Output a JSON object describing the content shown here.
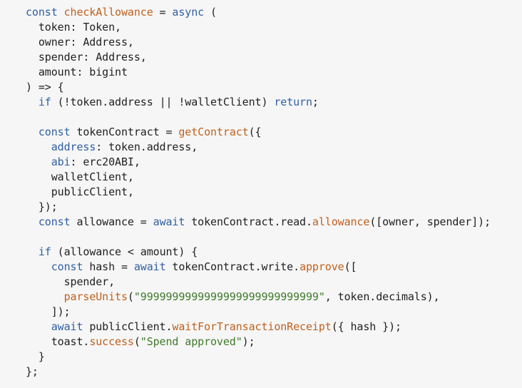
{
  "lines": [
    [
      {
        "t": "const ",
        "c": "kw"
      },
      {
        "t": "checkAllowance",
        "c": "fn"
      },
      {
        "t": " = ",
        "c": "plain"
      },
      {
        "t": "async",
        "c": "kw"
      },
      {
        "t": " (",
        "c": "plain"
      }
    ],
    [
      {
        "t": "  token: Token,",
        "c": "plain"
      }
    ],
    [
      {
        "t": "  owner: Address,",
        "c": "plain"
      }
    ],
    [
      {
        "t": "  spender: Address,",
        "c": "plain"
      }
    ],
    [
      {
        "t": "  amount: bigint",
        "c": "plain"
      }
    ],
    [
      {
        "t": ") => {",
        "c": "plain"
      }
    ],
    [
      {
        "t": "  ",
        "c": "plain"
      },
      {
        "t": "if",
        "c": "kw"
      },
      {
        "t": " (!token.address || !walletClient) ",
        "c": "plain"
      },
      {
        "t": "return",
        "c": "kw"
      },
      {
        "t": ";",
        "c": "plain"
      }
    ],
    [],
    [
      {
        "t": "  ",
        "c": "plain"
      },
      {
        "t": "const",
        "c": "kw"
      },
      {
        "t": " tokenContract = ",
        "c": "plain"
      },
      {
        "t": "getContract",
        "c": "fn"
      },
      {
        "t": "({",
        "c": "plain"
      }
    ],
    [
      {
        "t": "    ",
        "c": "plain"
      },
      {
        "t": "address",
        "c": "kw"
      },
      {
        "t": ": token.address,",
        "c": "plain"
      }
    ],
    [
      {
        "t": "    ",
        "c": "plain"
      },
      {
        "t": "abi",
        "c": "kw"
      },
      {
        "t": ": erc20ABI,",
        "c": "plain"
      }
    ],
    [
      {
        "t": "    walletClient,",
        "c": "plain"
      }
    ],
    [
      {
        "t": "    publicClient,",
        "c": "plain"
      }
    ],
    [
      {
        "t": "  });",
        "c": "plain"
      }
    ],
    [
      {
        "t": "  ",
        "c": "plain"
      },
      {
        "t": "const",
        "c": "kw"
      },
      {
        "t": " allowance = ",
        "c": "plain"
      },
      {
        "t": "await",
        "c": "kw"
      },
      {
        "t": " tokenContract.read.",
        "c": "plain"
      },
      {
        "t": "allowance",
        "c": "fn"
      },
      {
        "t": "([owner, spender]);",
        "c": "plain"
      }
    ],
    [],
    [
      {
        "t": "  ",
        "c": "plain"
      },
      {
        "t": "if",
        "c": "kw"
      },
      {
        "t": " (allowance < amount) {",
        "c": "plain"
      }
    ],
    [
      {
        "t": "    ",
        "c": "plain"
      },
      {
        "t": "const",
        "c": "kw"
      },
      {
        "t": " hash = ",
        "c": "plain"
      },
      {
        "t": "await",
        "c": "kw"
      },
      {
        "t": " tokenContract.write.",
        "c": "plain"
      },
      {
        "t": "approve",
        "c": "fn"
      },
      {
        "t": "([",
        "c": "plain"
      }
    ],
    [
      {
        "t": "      spender,",
        "c": "plain"
      }
    ],
    [
      {
        "t": "      ",
        "c": "plain"
      },
      {
        "t": "parseUnits",
        "c": "fn"
      },
      {
        "t": "(",
        "c": "plain"
      },
      {
        "t": "\"9999999999999999999999999999\"",
        "c": "str"
      },
      {
        "t": ", token.decimals),",
        "c": "plain"
      }
    ],
    [
      {
        "t": "    ]);",
        "c": "plain"
      }
    ],
    [
      {
        "t": "    ",
        "c": "plain"
      },
      {
        "t": "await",
        "c": "kw"
      },
      {
        "t": " publicClient.",
        "c": "plain"
      },
      {
        "t": "waitForTransactionReceipt",
        "c": "fn"
      },
      {
        "t": "({ hash });",
        "c": "plain"
      }
    ],
    [
      {
        "t": "    toast.",
        "c": "plain"
      },
      {
        "t": "success",
        "c": "fn"
      },
      {
        "t": "(",
        "c": "plain"
      },
      {
        "t": "\"Spend approved\"",
        "c": "str"
      },
      {
        "t": ");",
        "c": "plain"
      }
    ],
    [
      {
        "t": "  }",
        "c": "plain"
      }
    ],
    [
      {
        "t": "};",
        "c": "plain"
      }
    ]
  ]
}
